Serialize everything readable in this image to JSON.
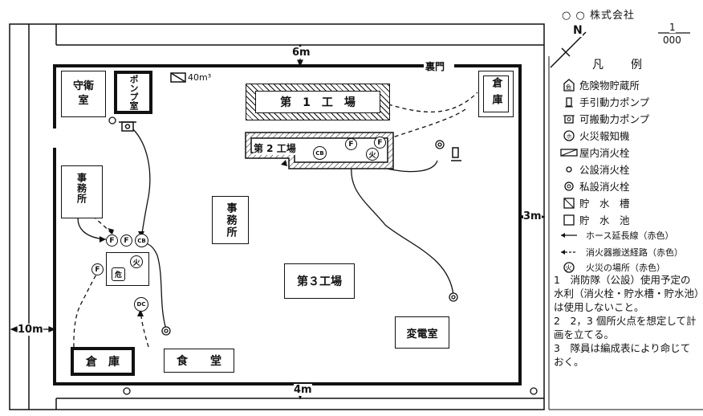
{
  "header": {
    "company": "○ ○ 株式会社"
  },
  "scale": {
    "numerator": "1",
    "denominator": "000"
  },
  "north": "N",
  "dimensions": {
    "top": "6m",
    "bottom": "4m",
    "left": "10m",
    "right": "3m"
  },
  "gate": "裏門",
  "water_tank_capacity": "40m³",
  "buildings": {
    "guard": "守衛室",
    "pump_room": "ポンプ室",
    "factory1": "第　1　工　場",
    "factory2": "第 2 工場",
    "factory3": "第３工場",
    "office_small": "事務所",
    "office_center": "事務所",
    "warehouse_right": "倉庫",
    "warehouse_left": "倉　庫",
    "canteen": "食　　堂",
    "substation": "変電室"
  },
  "markers": {
    "F": "F",
    "CB": "CB",
    "DC": "DC",
    "fire": "火",
    "danger": "危"
  },
  "legend": {
    "title": "凡　　例",
    "items": [
      {
        "icon": "hazmat-storage-icon",
        "label": "危険物貯蔵所"
      },
      {
        "icon": "manual-pump-icon",
        "label": "手引動力ポンプ"
      },
      {
        "icon": "portable-pump-icon",
        "label": "可搬動力ポンプ"
      },
      {
        "icon": "fire-alarm-icon",
        "label": "火災報知機"
      },
      {
        "icon": "indoor-hydrant-icon",
        "label": "屋内消火栓"
      },
      {
        "icon": "public-hydrant-icon",
        "label": "公設消火栓"
      },
      {
        "icon": "private-hydrant-icon",
        "label": "私設消火栓"
      },
      {
        "icon": "water-tank-icon",
        "label": "貯　水　槽"
      },
      {
        "icon": "water-pond-icon",
        "label": "貯　水　池"
      },
      {
        "icon": "hose-line-icon",
        "label": "ホース延長線（赤色）"
      },
      {
        "icon": "extinguisher-route-icon",
        "label": "消火器搬送経路（赤色）"
      },
      {
        "icon": "fire-location-icon",
        "label": "火災の場所（赤色）"
      }
    ]
  },
  "notes": [
    "1　消防隊（公設）使用予定の水利（消火栓・貯水槽・貯水池）は使用しないこと。",
    "2　2，3 個所火点を想定して計画を立てる。",
    "3　隊員は編成表により命じておく。"
  ]
}
